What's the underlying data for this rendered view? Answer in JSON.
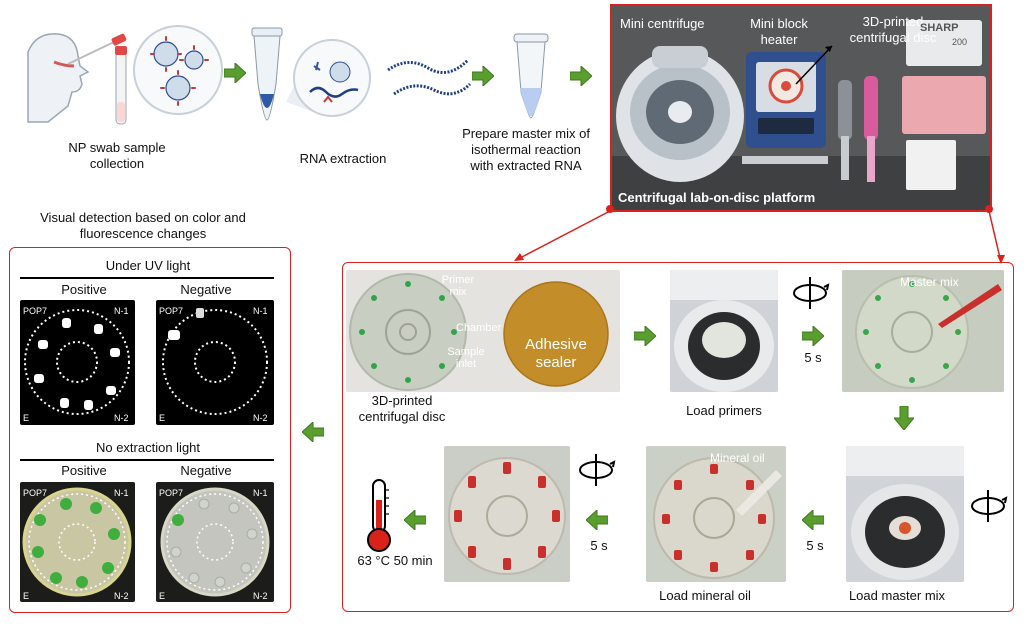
{
  "top": {
    "swab_label": "NP swab sample collection",
    "rna_label": "RNA extraction",
    "mastermix_label": "Prepare master mix of isothermal reaction with extracted RNA"
  },
  "platform": {
    "mini_centrifuge": "Mini centrifuge",
    "mini_block_heater": "Mini block heater",
    "disc_printed": "3D-printed centrifugal disc",
    "platform_title": "Centrifugal lab-on-disc platform",
    "box_text": "SHARP",
    "box_num": "200"
  },
  "visual": {
    "title": "Visual detection based on color and fluorescence changes",
    "uv_heading": "Under UV light",
    "noext_heading": "No extraction light",
    "positive": "Positive",
    "negative": "Negative",
    "pop7": "POP7",
    "n1": "N-1",
    "n2": "N-2",
    "e": "E"
  },
  "workflow": {
    "primer_mix": "Primer mix",
    "chamber": "Chamber",
    "sample_inlet": "Sample inlet",
    "adhesive_sealer": "Adhesive sealer",
    "disc_label": "3D-printed centrifugal disc",
    "load_primers": "Load primers",
    "master_mix": "Master mix",
    "five_s": "5 s",
    "load_master_mix": "Load master mix",
    "mineral_oil": "Mineral oil",
    "load_mineral_oil": "Load mineral oil",
    "incubation": "63 °C 50 min"
  },
  "colors": {
    "frame_red": "#d9221c",
    "arrow_green": "#5a9e2f",
    "dish_green": "#3fae3f",
    "reagent_red": "#c9302c"
  }
}
